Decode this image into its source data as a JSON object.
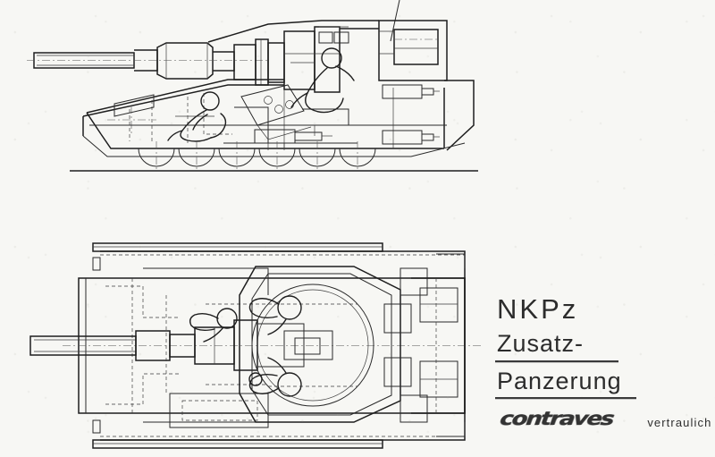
{
  "document": {
    "type": "technical-drawing",
    "subject": "NKPz Zusatz-Panzerung",
    "views": [
      {
        "id": "side-elevation",
        "label": "side elevation"
      },
      {
        "id": "plan-view",
        "label": "plan view"
      }
    ]
  },
  "title_block": {
    "line1": "NKPz",
    "line2": "Zusatz-",
    "line3": "Panzerung",
    "company_logo_text": "contraves",
    "classification": "vertraulich"
  },
  "drawing": {
    "side_view": {
      "name": "side elevation of tracked armoured vehicle",
      "features": [
        "main gun barrel with muzzle brake",
        "gun mantlet and turret",
        "turret bustle stowage box",
        "reclined driver figure",
        "seated gunner figure",
        "sloped applique armour glacis",
        "ammunition feed ramp with rounds",
        "six road wheels",
        "rear hull with two cylindrical units",
        "ground line"
      ],
      "road_wheel_count": 6,
      "crew_figures": 2
    },
    "plan_view": {
      "name": "plan view of tracked armoured vehicle",
      "features": [
        "hull outline with track guards",
        "main gun barrel along centreline",
        "octagonal turret with turret ring",
        "three crew figures around breech",
        "engine deck panels at rear",
        "centreline axis"
      ],
      "crew_figures": 3
    },
    "leader_line": {
      "name": "leader line to turret bustle"
    }
  },
  "colors": {
    "paper": "#f7f7f4",
    "ink": "#2a2a2a",
    "ink_heavy": "#1e1e1e"
  }
}
